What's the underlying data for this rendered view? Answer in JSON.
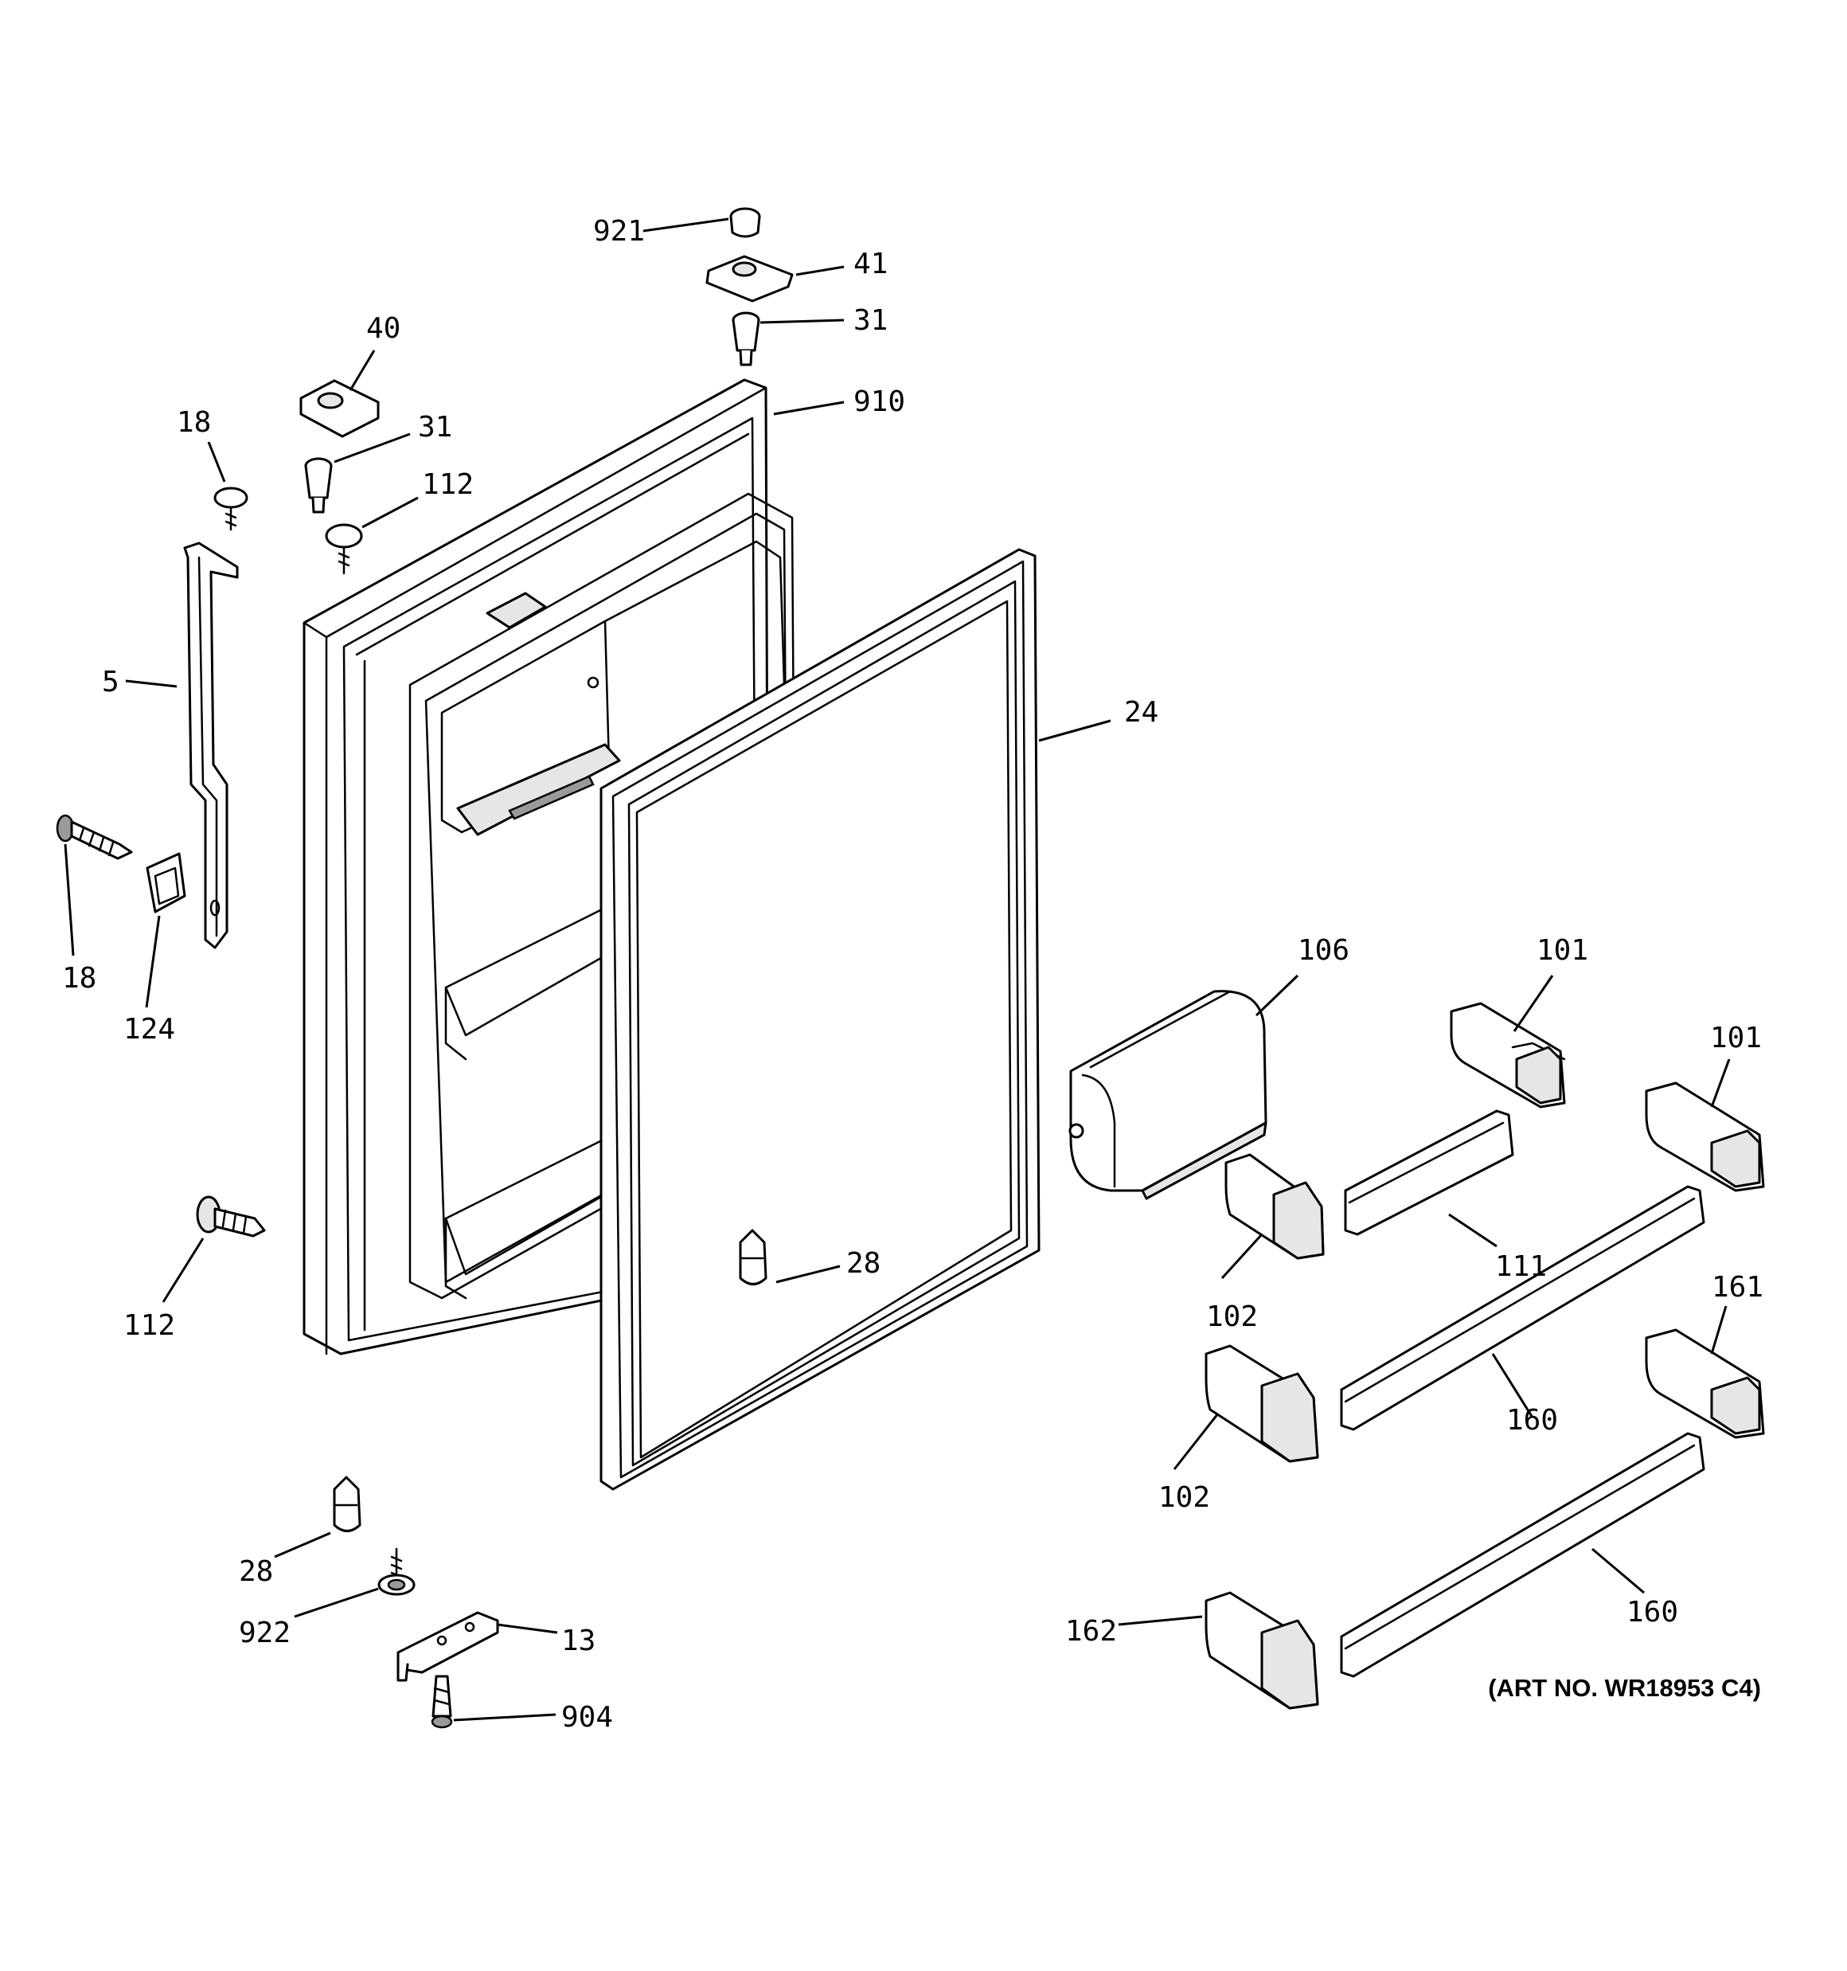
{
  "diagram": {
    "art_number": "(ART NO. WR18953 C4)",
    "callouts": [
      {
        "id": "c921",
        "label": "921"
      },
      {
        "id": "c41",
        "label": "41"
      },
      {
        "id": "c31a",
        "label": "31"
      },
      {
        "id": "c910",
        "label": "910"
      },
      {
        "id": "c40",
        "label": "40"
      },
      {
        "id": "c31b",
        "label": "31"
      },
      {
        "id": "c18a",
        "label": "18"
      },
      {
        "id": "c112a",
        "label": "112"
      },
      {
        "id": "c5",
        "label": "5"
      },
      {
        "id": "c24",
        "label": "24"
      },
      {
        "id": "c18b",
        "label": "18"
      },
      {
        "id": "c124",
        "label": "124"
      },
      {
        "id": "c106",
        "label": "106"
      },
      {
        "id": "c101a",
        "label": "101"
      },
      {
        "id": "c101b",
        "label": "101"
      },
      {
        "id": "c111",
        "label": "111"
      },
      {
        "id": "c102a",
        "label": "102"
      },
      {
        "id": "c28a",
        "label": "28"
      },
      {
        "id": "c112b",
        "label": "112"
      },
      {
        "id": "c161",
        "label": "161"
      },
      {
        "id": "c160a",
        "label": "160"
      },
      {
        "id": "c102b",
        "label": "102"
      },
      {
        "id": "c28b",
        "label": "28"
      },
      {
        "id": "c922",
        "label": "922"
      },
      {
        "id": "c13",
        "label": "13"
      },
      {
        "id": "c160b",
        "label": "160"
      },
      {
        "id": "c162",
        "label": "162"
      },
      {
        "id": "c904",
        "label": "904"
      }
    ]
  }
}
